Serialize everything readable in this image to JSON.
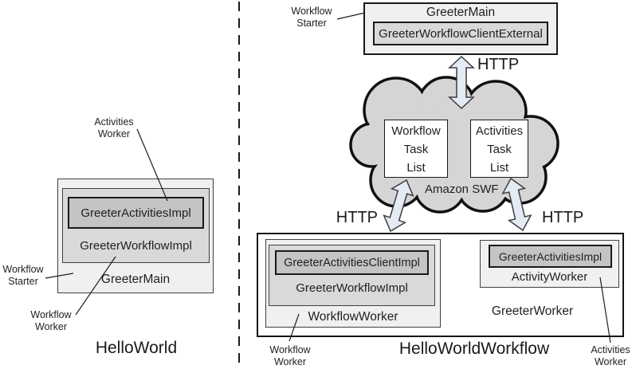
{
  "colors": {
    "box_light": "#f0f0f0",
    "box_medium": "#d9d9d9",
    "box_dark": "#c4c4c4",
    "cloud_fill": "#d5d5d5",
    "arrow_fill": "#e4ebf5",
    "line": "#1f1f1f"
  },
  "left_panel": {
    "caption": "HelloWorld",
    "greeter_main": "GreeterMain",
    "greeter_workflow_impl": "GreeterWorkflowImpl",
    "greeter_activities_impl": "GreeterActivitiesImpl",
    "label_activities_worker": {
      "line1": "Activities",
      "line2": "Worker"
    },
    "label_workflow_starter": {
      "line1": "Workflow",
      "line2": "Starter"
    },
    "label_workflow_worker": {
      "line1": "Workflow",
      "line2": "Worker"
    }
  },
  "right_panel": {
    "caption": "HelloWorldWorkflow",
    "starter_box": {
      "title": "GreeterMain",
      "client": "GreeterWorkflowClientExternal"
    },
    "label_workflow_starter": {
      "line1": "Workflow",
      "line2": "Starter"
    },
    "http_top": "HTTP",
    "http_left": "HTTP",
    "http_right": "HTTP",
    "cloud": {
      "name": "Amazon SWF",
      "workflow_task_list": {
        "line1": "Workflow",
        "line2": "Task",
        "line3": "List"
      },
      "activities_task_list": {
        "line1": "Activities",
        "line2": "Task",
        "line3": "List"
      }
    },
    "workflow_worker_box": {
      "title": "WorkflowWorker",
      "impl": "GreeterWorkflowImpl",
      "client": "GreeterActivitiesClientImpl"
    },
    "greeter_worker_box": {
      "title": "GreeterWorker",
      "activity_worker": "ActivityWorker",
      "impl": "GreeterActivitiesImpl"
    },
    "label_workflow_worker": {
      "line1": "Workflow",
      "line2": "Worker"
    },
    "label_activities_worker": {
      "line1": "Activities",
      "line2": "Worker"
    }
  }
}
